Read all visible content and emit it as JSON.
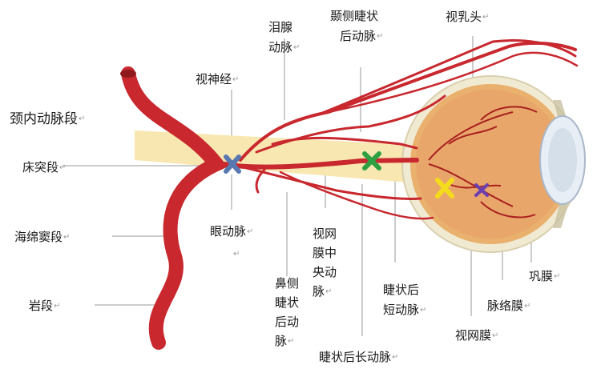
{
  "return_mark": "↵",
  "labels": {
    "ica_segment": "颈内动脉段",
    "clinoid_segment": "床突段",
    "cavernous_segment": "海绵窦段",
    "petrous_segment": "岩段",
    "optic_nerve": "视神经",
    "lacrimal_artery": [
      "泪腺",
      "动脉"
    ],
    "temporal_posterior_ciliary": [
      "颞侧睫状",
      "后动脉"
    ],
    "optic_disc": "视乳头",
    "ophthalmic_artery": "眼动脉",
    "nasal_posterior_ciliary": [
      "鼻",
      "侧",
      "睫",
      "状",
      "后",
      "动",
      "脉"
    ],
    "central_retinal_artery": [
      "视",
      "网",
      "膜",
      "中",
      "央",
      "动",
      "脉"
    ],
    "short_posterior_ciliary": [
      "睫状后",
      "短动脉"
    ],
    "long_posterior_ciliary": "睫状后长动脉",
    "retina": "视网膜",
    "choroid": "脉络膜",
    "sclera": "巩膜"
  },
  "colors": {
    "artery": "#c8282e",
    "nerve": "#f8e7b0",
    "eyeball": "#e9a66a",
    "sclera": "#f1ead2",
    "green_mark": "#2ea043",
    "yellow_mark": "#f4dc1c",
    "purple_mark": "#6a3fb0",
    "blue_mark": "#5a78b0"
  }
}
